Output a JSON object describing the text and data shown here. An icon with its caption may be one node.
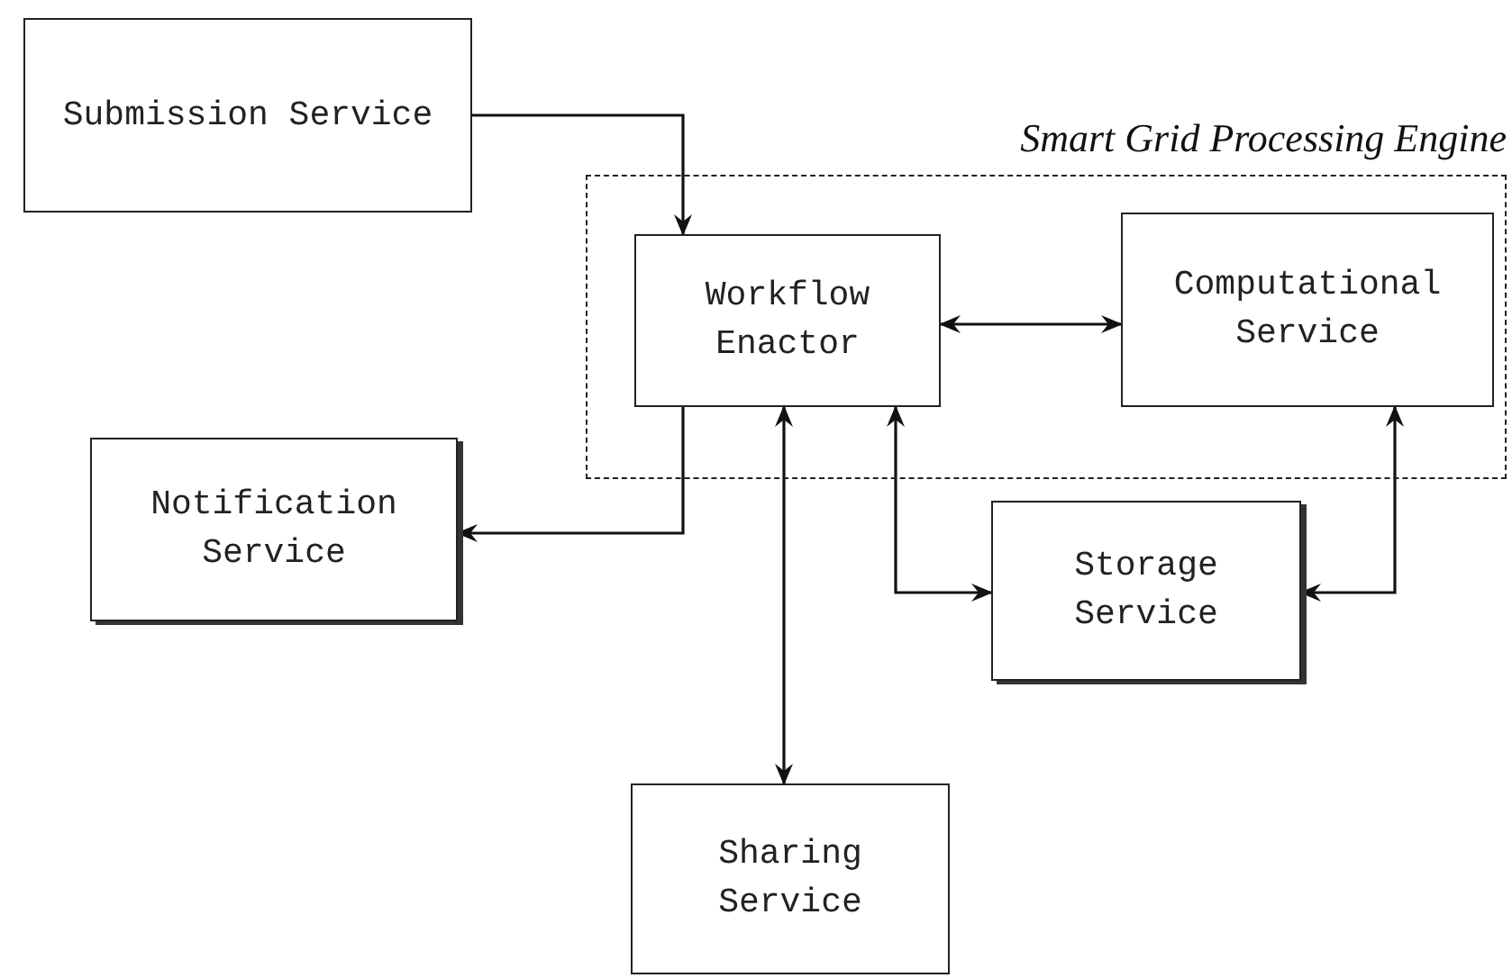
{
  "diagram": {
    "nodes": [
      {
        "text": [
          "Submission Service"
        ]
      },
      {
        "text": [
          "Smart Grid Processing Engine"
        ]
      },
      {
        "text": [
          "Workflow Enactor"
        ],
        "in": 1
      },
      {
        "text": [
          "Computational Service"
        ],
        "in": 1
      },
      {
        "text": [
          "Notification Service"
        ]
      },
      {
        "text": [
          "Storage Service"
        ]
      },
      {
        "text": [
          "Sharing Service"
        ]
      }
    ],
    "edges": [
      {
        "from": 0,
        "to": 2,
        "arrow": "to"
      },
      {
        "from": 2,
        "to": 3,
        "arrow": "both"
      },
      {
        "from": 2,
        "to": 4,
        "arrow": "to"
      },
      {
        "from": 2,
        "to": 6,
        "arrow": "both"
      },
      {
        "from": 2,
        "to": 5,
        "arrow": "both"
      },
      {
        "from": 3,
        "to": 5,
        "arrow": "both"
      }
    ]
  }
}
